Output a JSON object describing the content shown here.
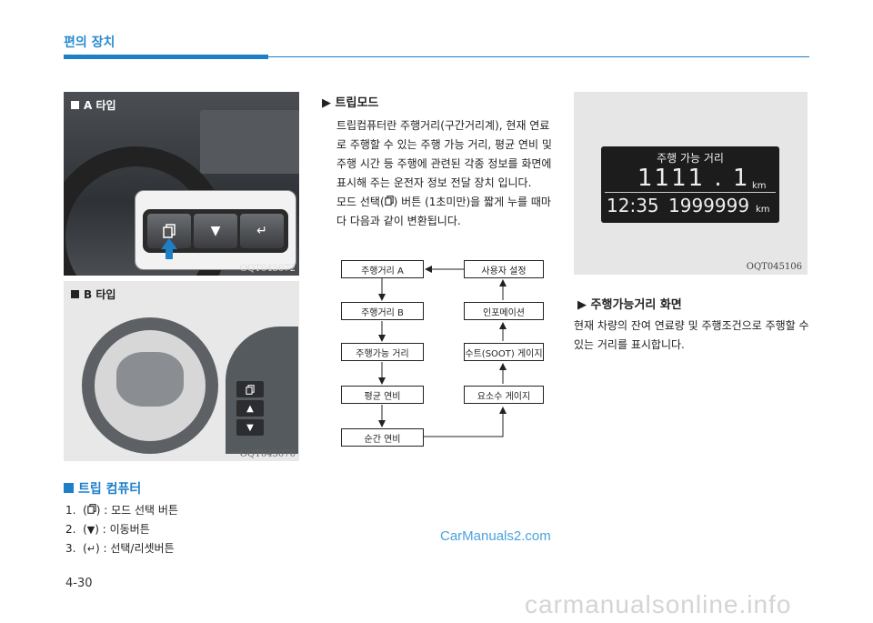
{
  "header": {
    "section": "편의 장치"
  },
  "photo_a": {
    "label": "A 타입",
    "code": "OQT045072",
    "buttons": [
      "▼",
      "↵"
    ]
  },
  "photo_b": {
    "label": "B 타입",
    "code": "OQT045070",
    "buttons": [
      "▲",
      "▼"
    ]
  },
  "trip_computer": {
    "title": "트립 컴퓨터",
    "items": [
      {
        "num": "1.",
        "text": ") : 모드 선택 버튼"
      },
      {
        "num": "2.",
        "icon": "▼",
        "text": ") : 이동버튼"
      },
      {
        "num": "3.",
        "icon": "↵",
        "text": ") : 선택/리셋버튼"
      }
    ]
  },
  "trip_mode": {
    "title": "트립모드",
    "body_1": "트립컴퓨터란 주행거리(구간거리계), 현재 연료로 주행할 수 있는 주행 가능 거리, 평균 연비 및 주행 시간 등 주행에 관련된 각종 정보를 화면에 표시해 주는 운전자 정보 전달 장치 입니다.",
    "body_2a": "모드 선택(",
    "body_2b": ") 버튼 (1초미만)을 짧게 누를 때마다 다음과 같이 변환됩니다."
  },
  "flow": {
    "left": [
      "주행거리 A",
      "주행거리 B",
      "주행가능 거리",
      "평균 연비",
      "순간 연비"
    ],
    "right": [
      "사용자 설정",
      "인포메이션",
      "수트(SOOT) 게이지",
      "요소수 게이지"
    ]
  },
  "display": {
    "title": "주행 가능 거리",
    "distance": "1111 . 1",
    "unit_1": "km",
    "time": "12:35",
    "odometer": "1999999",
    "unit_2": "km",
    "code": "OQT045106"
  },
  "range_screen": {
    "title": "주행가능거리 화면",
    "body": "현재 차량의 잔여 연료량 및 주행조건으로 주행할 수 있는 거리를 표시합니다."
  },
  "footer": {
    "page": "4-30",
    "watermark_1": "CarManuals2.com",
    "watermark_2": "carmanualsonline.info"
  }
}
